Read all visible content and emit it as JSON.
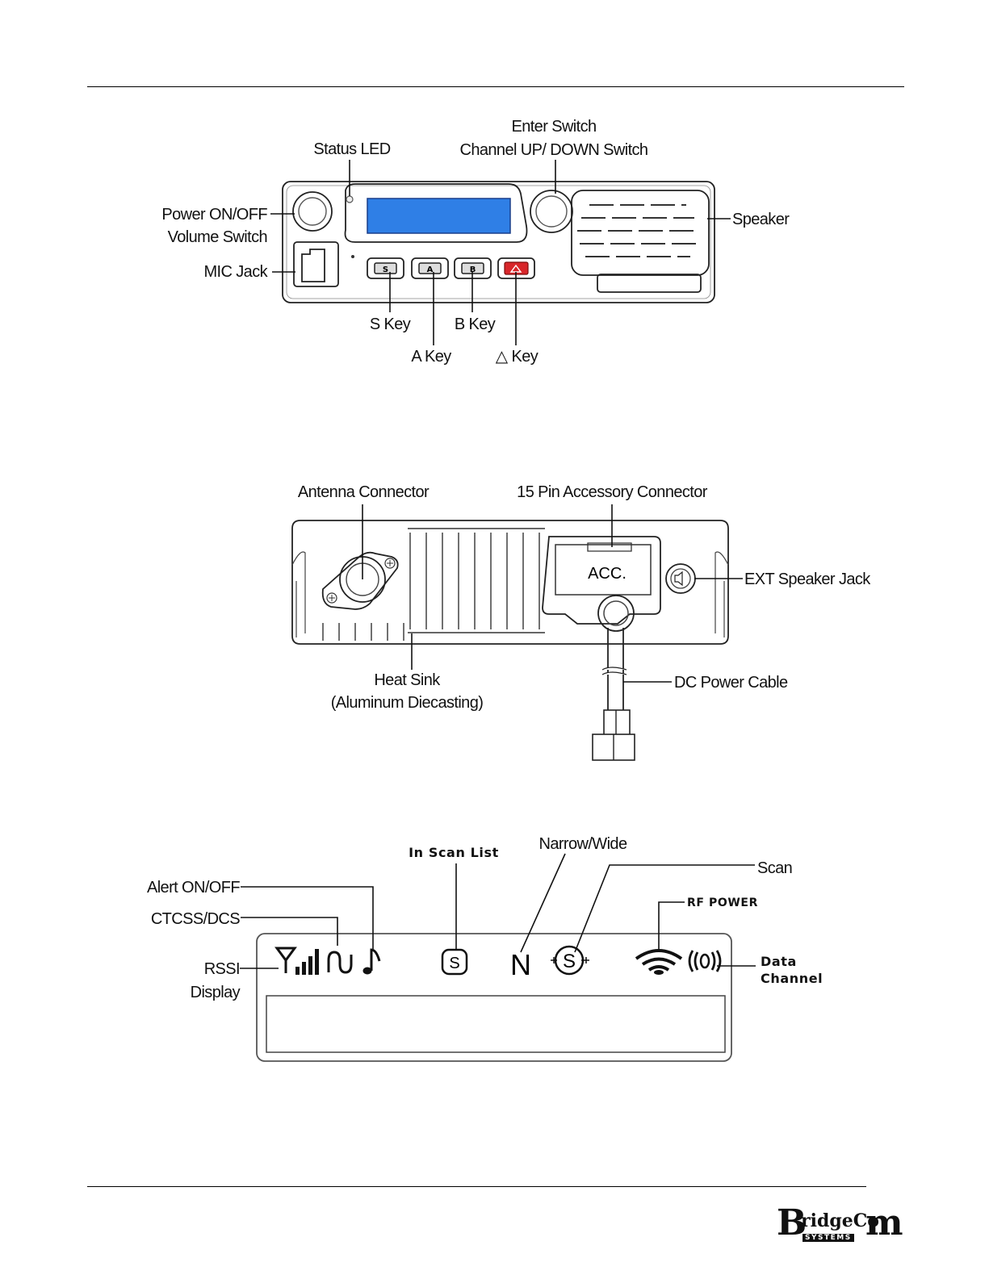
{
  "front_panel": {
    "status_led": "Status LED",
    "enter_switch": "Enter Switch",
    "channel_switch": "Channel UP/ DOWN Switch",
    "power_line1": "Power ON/OFF",
    "power_line2": "Volume Switch",
    "mic_jack": "MIC Jack",
    "speaker": "Speaker",
    "s_key": "S Key",
    "a_key": "A Key",
    "b_key": "B Key",
    "triangle_key": "△ Key",
    "key_s": "S",
    "key_a": "A",
    "key_b": "B"
  },
  "rear_panel": {
    "antenna": "Antenna Connector",
    "accessory": "15 Pin Accessory Connector",
    "acc_label": "ACC.",
    "ext_speaker": "EXT Speaker Jack",
    "heat_sink_line1": "Heat Sink",
    "heat_sink_line2": "(Aluminum Diecasting)",
    "dc_cable": "DC Power Cable"
  },
  "display": {
    "in_scan_list": "In Scan List",
    "narrow_wide": "Narrow/Wide",
    "scan": "Scan",
    "alert": "Alert ON/OFF",
    "rf_power": "RF POWER",
    "ctcss": "CTCSS/DCS",
    "rssi_line1": "RSSI",
    "rssi_line2": "Display",
    "data_line1": "Data",
    "data_line2": "Channel",
    "n_glyph": "N",
    "s_glyph": "S"
  },
  "footer": {
    "logo_b": "B",
    "logo_ridgec": "ridgeCo",
    "logo_m": "m",
    "logo_systems": "SYSTEMS"
  },
  "colors": {
    "lcd_blue": "#2f7fe6",
    "triangle_key_red": "#d8262a"
  }
}
